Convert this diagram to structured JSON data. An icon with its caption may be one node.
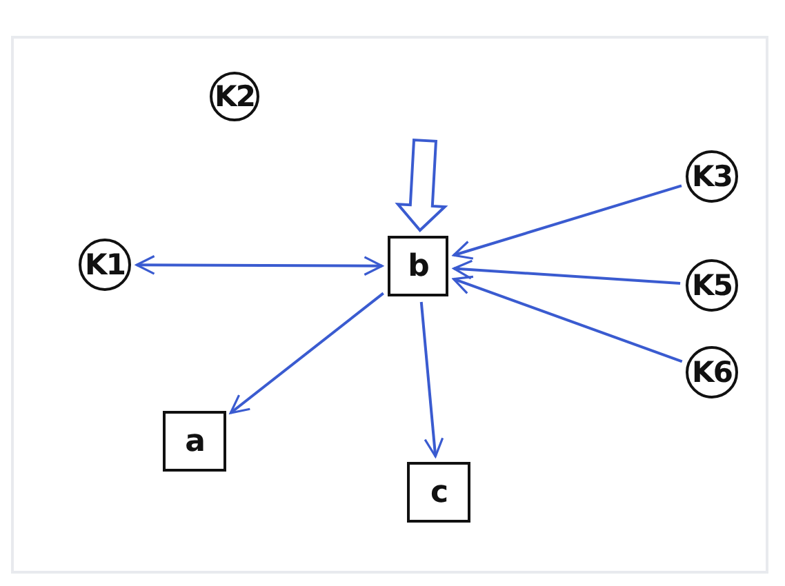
{
  "diagram": {
    "nodes": [
      {
        "text": [
          "K2"
        ]
      },
      {
        "text": [
          "K3"
        ]
      },
      {
        "text": [
          "K1"
        ]
      },
      {
        "text": [
          "b"
        ]
      },
      {
        "text": [
          "K5"
        ]
      },
      {
        "text": [
          "K6"
        ]
      },
      {
        "text": [
          "a"
        ]
      },
      {
        "text": [
          "c"
        ]
      }
    ],
    "edges": [
      {
        "from": 2,
        "to": 3,
        "arrow": "both"
      },
      {
        "from": null,
        "to": 3,
        "arrow": "to",
        "style": "thick"
      },
      {
        "from": 1,
        "to": 3,
        "arrow": "to"
      },
      {
        "from": 4,
        "to": 3,
        "arrow": "to"
      },
      {
        "from": 5,
        "to": 3,
        "arrow": "to"
      },
      {
        "from": 3,
        "to": 6,
        "arrow": "to"
      },
      {
        "from": 3,
        "to": 7,
        "arrow": "to"
      }
    ]
  }
}
